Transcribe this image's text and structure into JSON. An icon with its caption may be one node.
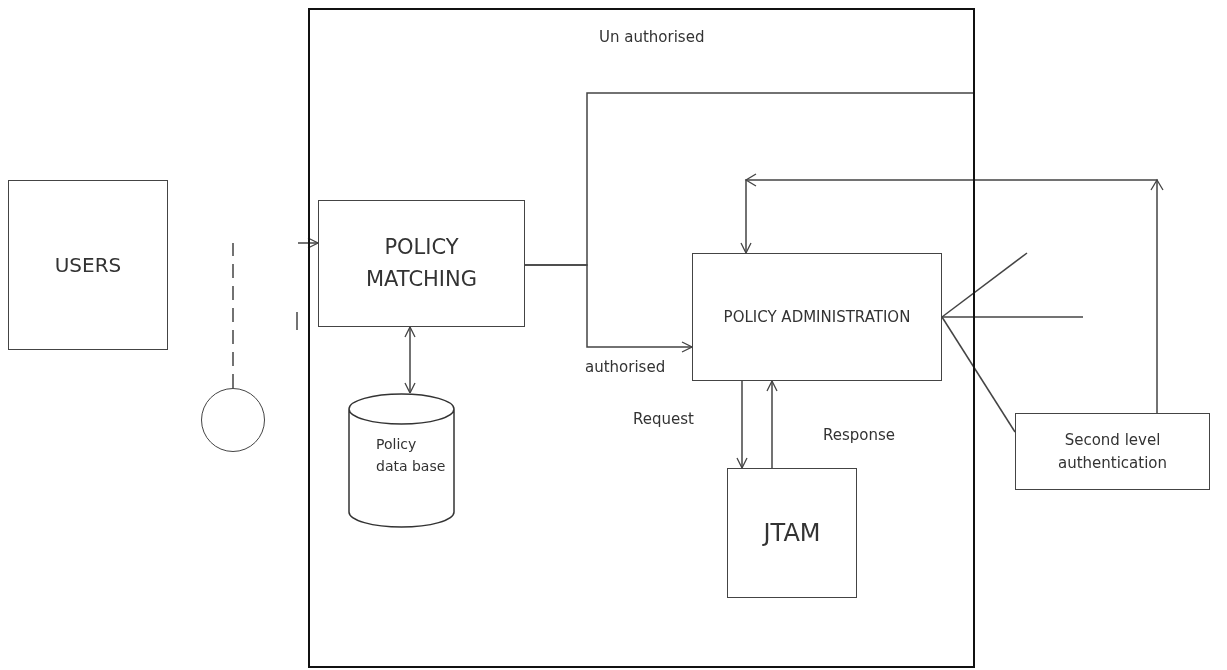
{
  "diagram": {
    "nodes": [
      {
        "text": [
          "USERS"
        ]
      },
      {
        "text": [],
        "shape": "circle"
      },
      {
        "text": [],
        "shape": "box"
      },
      {
        "text": [
          "POLICY MATCHING"
        ],
        "in": 2
      },
      {
        "text": [
          "Policy data base"
        ],
        "in": 2
      },
      {
        "text": [
          "POLICY ADMINISTRATION"
        ],
        "in": 2
      },
      {
        "text": [
          "JTAM"
        ],
        "in": 2
      },
      {
        "text": [
          "Second level authentication"
        ]
      }
    ],
    "edges": [
      {
        "from": 1,
        "to": null,
        "arrow": "none",
        "style": "dashed"
      },
      {
        "from": null,
        "to": 3,
        "arrow": "to"
      },
      {
        "from": 3,
        "to": 4,
        "arrow": "both"
      },
      {
        "from": 3,
        "to": 5,
        "arrow": "to",
        "label": "authorised"
      },
      {
        "from": 3,
        "to": 2,
        "arrow": "none",
        "label": "Un authorised"
      },
      {
        "from": 7,
        "to": 5,
        "arrow": "to"
      },
      {
        "from": 5,
        "to": 6,
        "arrow": "to",
        "label": "Request"
      },
      {
        "from": 6,
        "to": 5,
        "arrow": "to",
        "label": "Response"
      },
      {
        "from": 5,
        "to": null,
        "arrow": "none"
      },
      {
        "from": 5,
        "to": null,
        "arrow": "none"
      },
      {
        "from": 5,
        "to": 7,
        "arrow": "none"
      }
    ]
  }
}
